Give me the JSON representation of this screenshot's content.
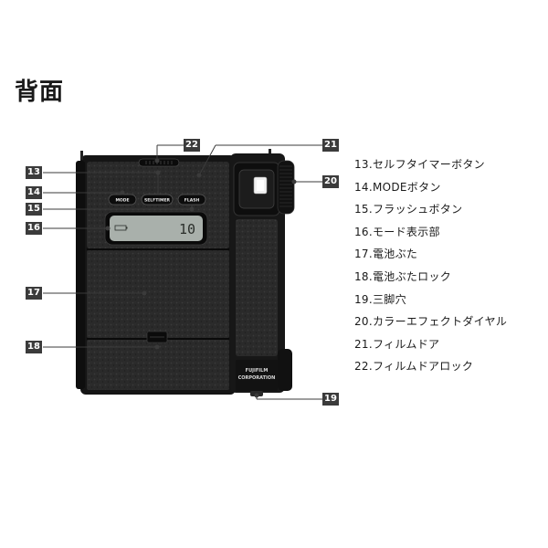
{
  "title": "背面",
  "camera": {
    "buttons": [
      "MODE",
      "SELFTIMER",
      "FLASH"
    ],
    "lcd_count": "10",
    "brand_line1": "FUJIFILM",
    "brand_line2": "CORPORATION"
  },
  "callouts": [
    "13",
    "14",
    "15",
    "16",
    "17",
    "18",
    "19",
    "20",
    "21",
    "22"
  ],
  "legend": [
    "13.セルフタイマーボタン",
    "14.MODEボタン",
    "15.フラッシュボタン",
    "16.モード表示部",
    "17.電池ぶた",
    "18.電池ぶたロック",
    "19.三脚穴",
    "20.カラーエフェクトダイヤル",
    "21.フィルムドア",
    "22.フィルムドアロック"
  ]
}
